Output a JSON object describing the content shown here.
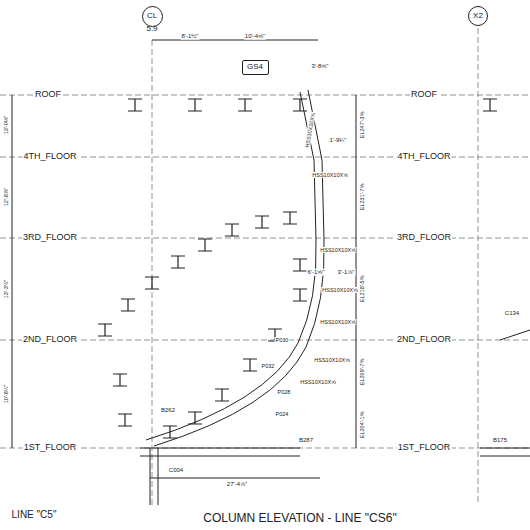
{
  "diagram": {
    "caption": "COLUMN ELEVATION - LINE \"CS6\"",
    "nodes": [
      {
        "text": [
          "CL"
        ]
      },
      {
        "text": [
          "GS4"
        ]
      },
      {
        "text": [
          "X2"
        ]
      }
    ],
    "labels": [
      "ROOF",
      "4TH_FLOOR",
      "3RD_FLOOR",
      "2ND_FLOOR",
      "1ST_FLOOR",
      "ROOF",
      "4TH_FLOOR",
      "3RD_FLOOR",
      "2ND_FLOOR",
      "1ST_FLOOR",
      "LINE \"C5\"",
      "5.9",
      "8'-1½\"",
      "10'-4⅝\"",
      "3'-8⅝\"",
      "1'-9¼\"",
      "6'-1⅝\"",
      "3'-1⅞\"",
      "27'-4⅞\"",
      "B287",
      "B175",
      "C134",
      "C004",
      "B262",
      "P030",
      "P032",
      "P028",
      "P024",
      "HSS10X10X⅝",
      "HSS10X10X⅝",
      "HSS10X10X⅝",
      "HSS10X10X⅝",
      "HSS10X10X⅝",
      "HSS10X10X⅝",
      "HSS10X10X⅝",
      "EL247'-3⅝",
      "EL231'-7⅝",
      "EL218'-5⅜",
      "EL209'-7⅜",
      "EL204'-1⅝",
      "13'-0⅛\"",
      "12'-8⅞\"",
      "13'-3½\"",
      "10'-8¼\""
    ]
  }
}
